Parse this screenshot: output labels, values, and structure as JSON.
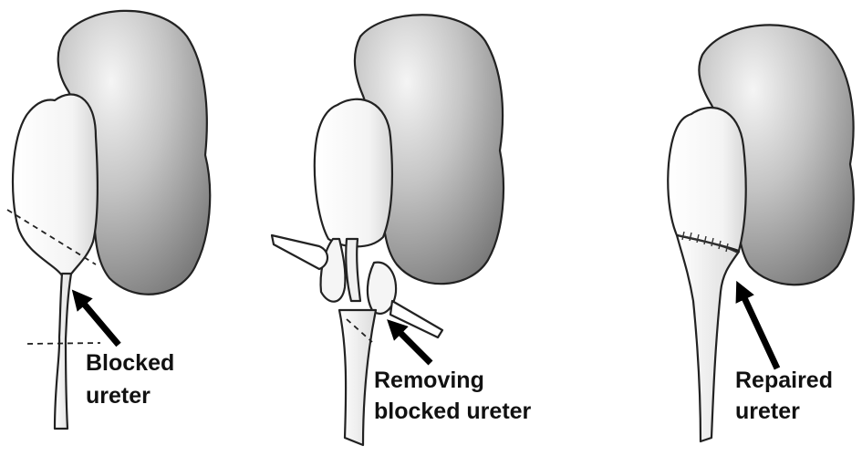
{
  "panels": [
    {
      "label_lines": [
        "Blocked",
        "ureter"
      ]
    },
    {
      "label_lines": [
        "Removing",
        "blocked ureter"
      ]
    },
    {
      "label_lines": [
        "Repaired",
        "ureter"
      ]
    }
  ],
  "colors": {
    "kidney_dark": "#6e6e6e",
    "kidney_light": "#f2f2f2",
    "pelvis": "#f7f7f7",
    "outline": "#222222",
    "arrow": "#000000"
  }
}
